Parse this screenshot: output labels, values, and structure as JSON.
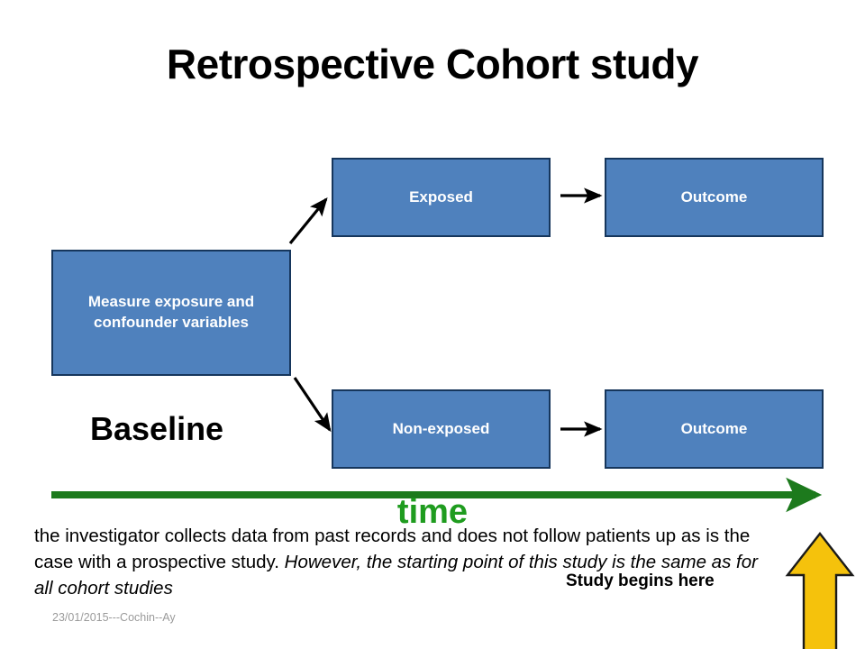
{
  "slide": {
    "title": "Retrospective Cohort study",
    "background_color": "#ffffff"
  },
  "colors": {
    "box_fill": "#4f81bd",
    "box_border": "#16365c",
    "box_text": "#ffffff",
    "timeline_arrow": "#1d7a1d",
    "time_label": "#1f9c1f",
    "yellow_arrow_fill": "#f5c20c",
    "yellow_arrow_border": "#1a1a1a",
    "flow_arrow": "#000000",
    "footer_text": "#9a9a9a"
  },
  "diagram": {
    "boxes": [
      {
        "id": "measure",
        "label": "Measure exposure and confounder variables"
      },
      {
        "id": "exposed",
        "label": "Exposed"
      },
      {
        "id": "outcome-top",
        "label": "Outcome"
      },
      {
        "id": "non-exposed",
        "label": "Non-exposed"
      },
      {
        "id": "outcome-bottom",
        "label": "Outcome"
      }
    ],
    "baseline_label": "Baseline",
    "time_label": "time",
    "study_begins_label": "Study begins here",
    "arrows": [
      {
        "id": "measure-to-exposed",
        "type": "diagonal-up",
        "direction": "up-right"
      },
      {
        "id": "measure-to-nonexposed",
        "type": "diagonal-down",
        "direction": "down-right"
      },
      {
        "id": "exposed-to-outcome",
        "type": "horizontal",
        "direction": "right"
      },
      {
        "id": "nonexposed-to-outcome",
        "type": "horizontal",
        "direction": "right"
      },
      {
        "id": "timeline",
        "type": "timeline",
        "direction": "right"
      },
      {
        "id": "study-start-pointer",
        "type": "block-arrow",
        "direction": "up"
      }
    ]
  },
  "body_text": {
    "line1": "the investigator collects data from past records and does not follow patients up as",
    "line2_plain": "is the case with a prospective study. ",
    "line2_italic": "However, the starting point of this study is the",
    "line3_italic": "same as for all cohort studies"
  },
  "footer": {
    "note": "23/01/2015---Cochin--Ay"
  }
}
